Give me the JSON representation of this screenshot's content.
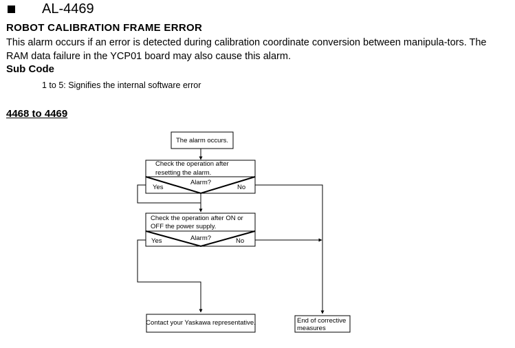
{
  "header": {
    "alarm_code": "AL-4469",
    "title": "ROBOT CALIBRATION FRAME ERROR",
    "description": "This alarm occurs if an error is detected during calibration coordinate conversion between manipula-tors. The RAM data failure in the YCP01 board may also cause this alarm."
  },
  "sub_code": {
    "heading": "Sub Code",
    "text": "1 to 5:  Signifies the internal software error"
  },
  "range_heading": "4468 to 4469",
  "flowchart": {
    "start": "The alarm occurs.",
    "step1_line1": "Check the operation after",
    "step1_line2": "resetting the alarm.",
    "decision1_label": "Alarm?",
    "decision1_yes": "Yes",
    "decision1_no": "No",
    "step2_line1": "Check the operation after ON or",
    "step2_line2": "OFF the power supply.",
    "decision2_label": "Alarm?",
    "decision2_yes": "Yes",
    "decision2_no": "No",
    "contact": "Contact your Yaskawa representative.",
    "end_line1": "End of corrective",
    "end_line2": "measures"
  }
}
